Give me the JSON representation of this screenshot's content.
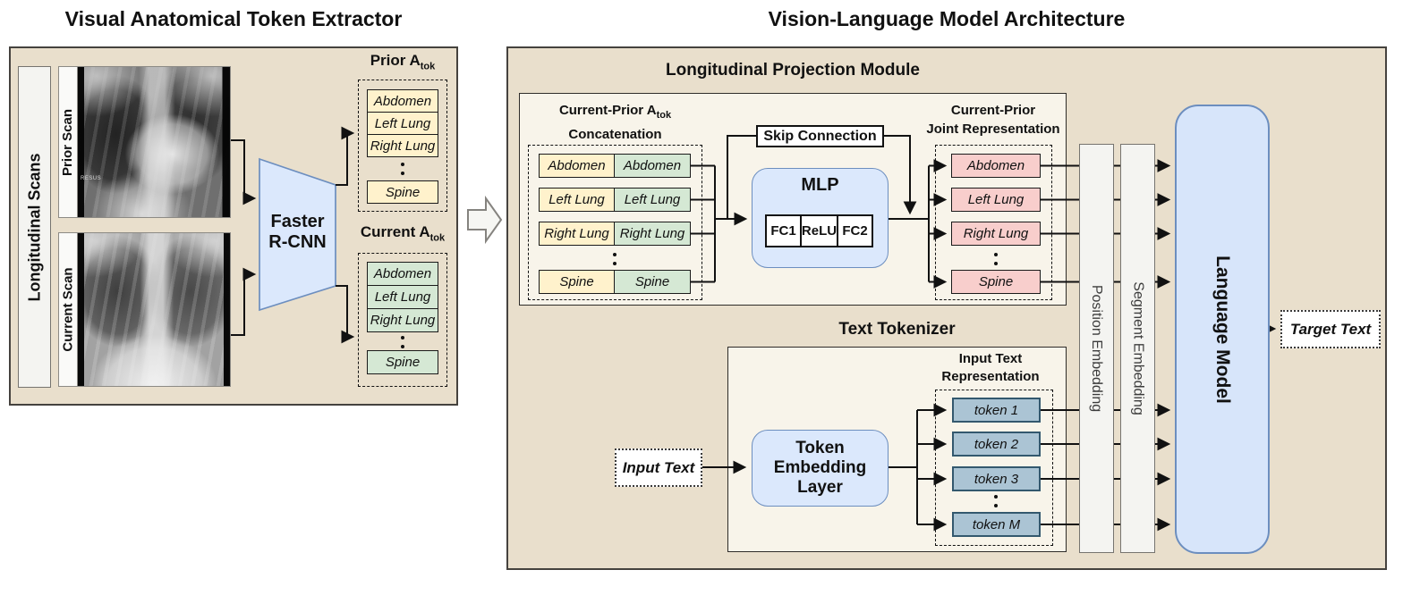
{
  "titles": {
    "left": "Visual Anatomical Token Extractor",
    "right": "Vision-Language Model Architecture"
  },
  "left_panel": {
    "scans_label": "Longitudinal Scans",
    "prior_scan_label": "Prior Scan",
    "current_scan_label": "Current Scan",
    "xray_marker": "RESUS",
    "detector": {
      "line1": "Faster",
      "line2": "R-CNN"
    },
    "prior_tokens": {
      "title": "Prior A",
      "title_sub": "tok",
      "items": [
        "Abdomen",
        "Left Lung",
        "Right Lung",
        "Spine"
      ]
    },
    "current_tokens": {
      "title": "Current A",
      "title_sub": "tok",
      "items": [
        "Abdomen",
        "Left Lung",
        "Right Lung",
        "Spine"
      ]
    }
  },
  "right_panel": {
    "lpm": {
      "title": "Longitudinal Projection Module",
      "concat": {
        "label_line1": "Current-Prior A",
        "label_line1_sub": "tok",
        "label_line2": "Concatenation",
        "pairs": [
          {
            "prior": "Abdomen",
            "current": "Abdomen"
          },
          {
            "prior": "Left Lung",
            "current": "Left Lung"
          },
          {
            "prior": "Right Lung",
            "current": "Right Lung"
          },
          {
            "prior": "Spine",
            "current": "Spine"
          }
        ]
      },
      "skip_label": "Skip Connection",
      "mlp": {
        "title": "MLP",
        "layers": [
          "FC1",
          "ReLU",
          "FC2"
        ]
      },
      "joint": {
        "label_line1": "Current-Prior",
        "label_line2": "Joint Representation",
        "items": [
          "Abdomen",
          "Left Lung",
          "Right Lung",
          "Spine"
        ]
      }
    },
    "tokenizer": {
      "title": "Text Tokenizer",
      "input_label": "Input Text",
      "embedding": {
        "line1": "Token",
        "line2": "Embedding",
        "line3": "Layer"
      },
      "rep_label_line1": "Input Text",
      "rep_label_line2": "Representation",
      "tokens": [
        "token 1",
        "token 2",
        "token 3",
        "token M"
      ]
    },
    "position_embedding": "Position Embedding",
    "segment_embedding": "Segment Embedding",
    "language_model": "Language Model",
    "target_label": "Target Text"
  },
  "colors": {
    "panel_bg": "#e9dfcc",
    "inner_bg": "#f8f4ea",
    "yellow_token": "#fff2cc",
    "green_token": "#d5e8d4",
    "pink_token": "#f8cecc",
    "blue_box": "#dbe8fc",
    "blue_border": "#6c8ebf",
    "text_token": "#abc4d4",
    "text_token_border": "#33586e",
    "bar_bg": "#f4f4f1",
    "line": "#111111"
  }
}
